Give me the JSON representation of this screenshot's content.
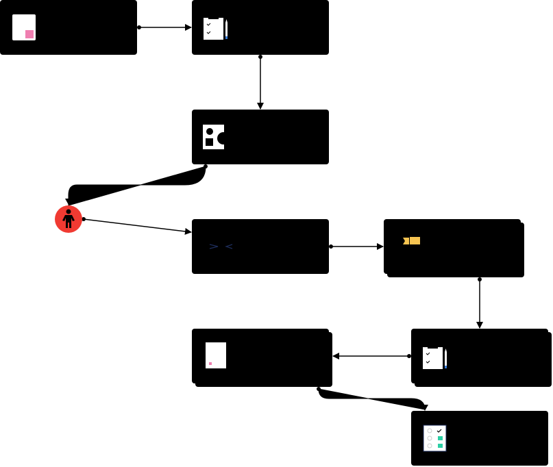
{
  "diagram": {
    "type": "process-flow",
    "colors": {
      "background": "#ffffff",
      "node_fill": "#000000",
      "actor_fill": "#f03a32",
      "connector": "#000000",
      "icon_paper": "#ffffff",
      "accent_pink": "#ef7fb0",
      "accent_yellow": "#f6c451",
      "accent_blue": "#3b7dd8",
      "accent_teal": "#2ccfa5",
      "accent_navy": "#1e2e5c"
    },
    "nodes": [
      {
        "id": "n1",
        "icon": "document-icon",
        "label": "",
        "stacked": false
      },
      {
        "id": "n2",
        "icon": "checklist-pencil-icon",
        "label": "",
        "stacked": false
      },
      {
        "id": "n3",
        "icon": "shapes-icon",
        "label": "",
        "stacked": false
      },
      {
        "id": "n4",
        "icon": "code-brackets-icon",
        "label": "",
        "stacked": false
      },
      {
        "id": "n5",
        "icon": "ticket-icon",
        "label": "",
        "stacked": true
      },
      {
        "id": "n6",
        "icon": "checklist-pencil-icon",
        "label": "",
        "stacked": true
      },
      {
        "id": "n7",
        "icon": "document-icon",
        "label": "",
        "stacked": true
      },
      {
        "id": "n8",
        "icon": "checklist-icon",
        "label": "",
        "stacked": false
      }
    ],
    "actors": [
      {
        "id": "a1",
        "icon": "person-icon",
        "label": ""
      }
    ],
    "edges": [
      {
        "from": "n1",
        "to": "n2"
      },
      {
        "from": "n2",
        "to": "n3"
      },
      {
        "from": "n3",
        "to": "a1"
      },
      {
        "from": "a1",
        "to": "n4"
      },
      {
        "from": "n4",
        "to": "n5"
      },
      {
        "from": "n5",
        "to": "n6"
      },
      {
        "from": "n6",
        "to": "n7"
      },
      {
        "from": "n7",
        "to": "n8"
      }
    ]
  }
}
